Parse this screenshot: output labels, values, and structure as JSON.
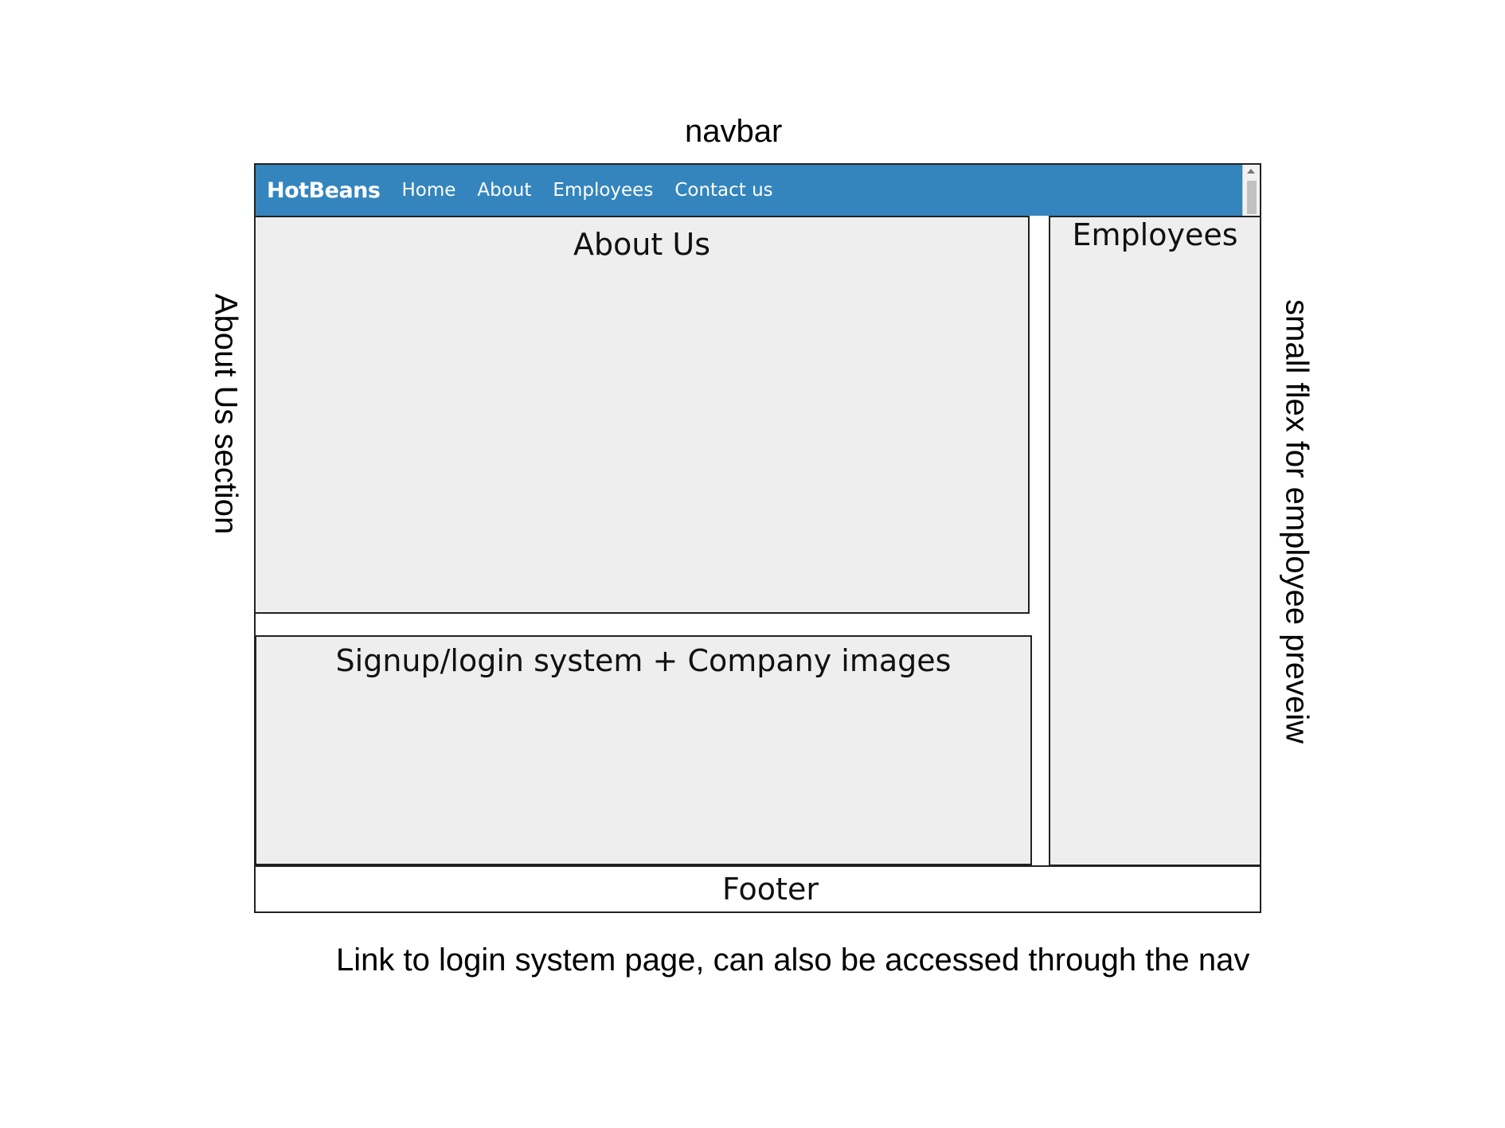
{
  "annotations": {
    "navbar": "navbar",
    "about_section": "About Us section",
    "employee_preview": "small flex for employee preveiw",
    "footer_note": "Link to login system page, can also be accessed through the nav"
  },
  "navbar": {
    "brand": "HotBeans",
    "links": [
      "Home",
      "About",
      "Employees",
      "Contact us"
    ],
    "bg_color": "#3485bd"
  },
  "panels": {
    "about": "About Us",
    "signup": "Signup/login system + Company images",
    "employees": "Employees"
  },
  "footer": {
    "label": "Footer"
  }
}
